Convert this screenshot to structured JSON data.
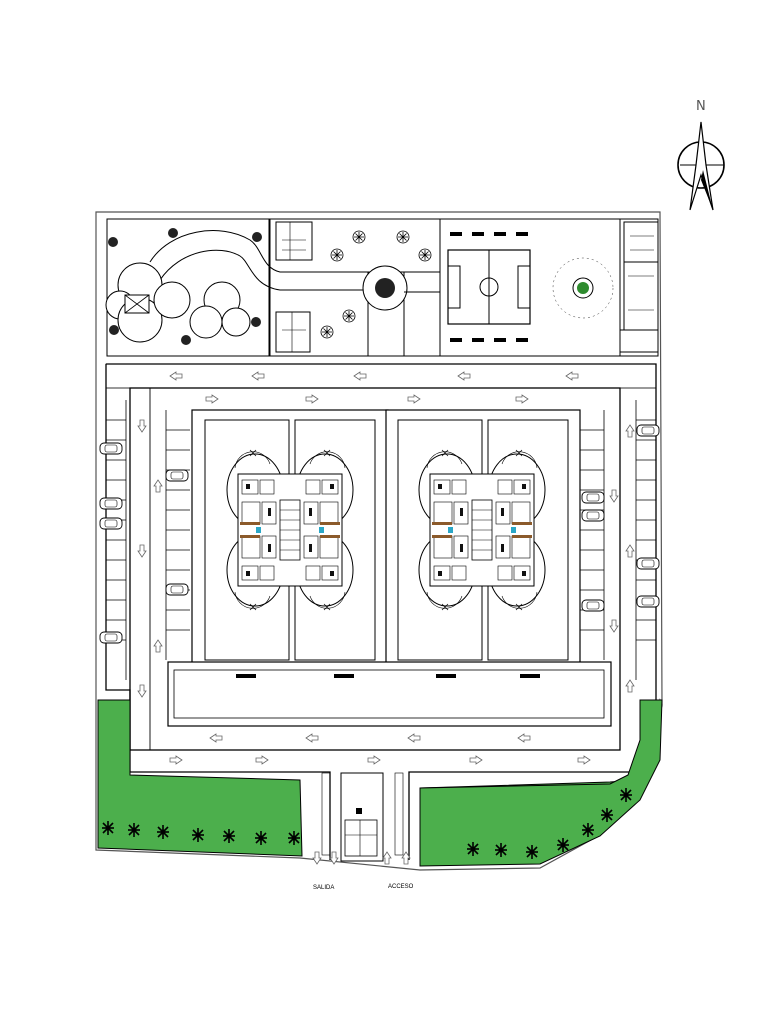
{
  "compass": {
    "label": "N"
  },
  "labels": {
    "exit": "SALIDA",
    "entry": "ACCESO"
  },
  "colors": {
    "grass": "#4caf4c",
    "grass_dark": "#2e8b2e",
    "lines": "#000000",
    "background": "#ffffff",
    "accent_brown": "#8b5a2b",
    "accent_cyan": "#2aa7c7"
  },
  "site": {
    "entrance_gate": "gatehouse",
    "sections": [
      "recreation-park",
      "sports-field",
      "parking-ring",
      "residential-blocks",
      "green-areas"
    ]
  }
}
